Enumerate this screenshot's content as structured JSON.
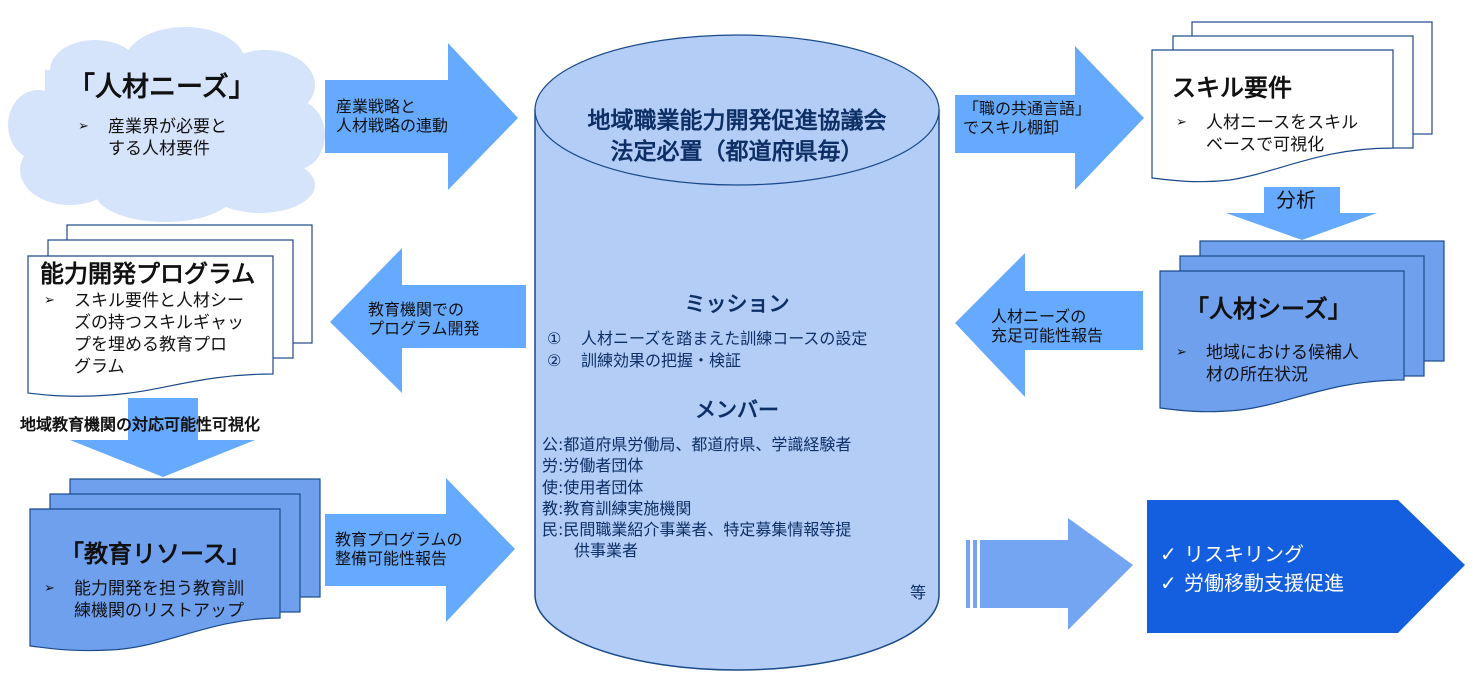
{
  "cloud": {
    "title": "「人材ニーズ」",
    "bullet": [
      "産業界が必要と",
      "する人材要件"
    ]
  },
  "arrow_top_left": {
    "lines": [
      "産業戦略と",
      "人材戦略の連動"
    ]
  },
  "cylinder": {
    "title_lines": [
      "地域職業能力開発促進協議会",
      "法定必置（都道府県毎）"
    ],
    "mission_heading": "ミッション",
    "missions": [
      {
        "num": "①",
        "text": "人材ニーズを踏まえた訓練コースの設定"
      },
      {
        "num": "②",
        "text": "訓練効果の把握・検証"
      }
    ],
    "member_heading": "メンバー",
    "members": [
      {
        "key": "公",
        "text": "都道府県労働局、都道府県、学識経験者"
      },
      {
        "key": "労",
        "text": "労働者団体"
      },
      {
        "key": "使",
        "text": "使用者団体"
      },
      {
        "key": "教",
        "text": "教育訓練実施機関"
      },
      {
        "key": "民",
        "text": "民間職業紹介事業者、特定募集情報等提",
        "cont": "供事業者"
      }
    ],
    "etc": "等"
  },
  "arrow_top_right": {
    "lines": [
      "「職の共通言語」",
      "でスキル棚卸"
    ]
  },
  "skill_doc": {
    "title": "スキル要件",
    "bullet": [
      "人材ニースをスキル",
      "ベースで可視化"
    ]
  },
  "analysis_arrow": {
    "label": "分析"
  },
  "program_doc": {
    "title": "能力開発プログラム",
    "bullet": [
      "スキル要件と人材シー",
      "ズの持つスキルギャッ",
      "プを埋める教育プロ",
      "グラム"
    ]
  },
  "arrow_mid_left": {
    "lines": [
      "教育機関での",
      "プログラム開発"
    ]
  },
  "arrow_mid_right": {
    "lines": [
      "人材ニーズの",
      "充足可能性報告"
    ]
  },
  "seeds_doc": {
    "title": "「人材シーズ」",
    "bullet": [
      "地域における候補人",
      "材の所在状況"
    ]
  },
  "visualize_label": "地域教育機関の対応可能性可視化",
  "resource_doc": {
    "title": "「教育リソース」",
    "bullet": [
      "能力開発を担う教育訓",
      "練機関のリストアップ"
    ]
  },
  "arrow_bottom_left": {
    "lines": [
      "教育プログラムの",
      "整備可能性報告"
    ]
  },
  "outcome": {
    "check": "✓",
    "items": [
      "リスキリング",
      "労働移動支援促進"
    ]
  },
  "bullet_mark": "➢",
  "colors": {
    "arrow": "#66aaff",
    "cloud": "#d6e4fb",
    "cylinder": "#b3cdf7",
    "cylinder_stroke": "#1a4a8a",
    "doc_blue": "#6fa0ee",
    "doc_stroke": "#1a4a8a",
    "outcome": "#135fe0",
    "outcome_arrow": "#74a5f2"
  }
}
